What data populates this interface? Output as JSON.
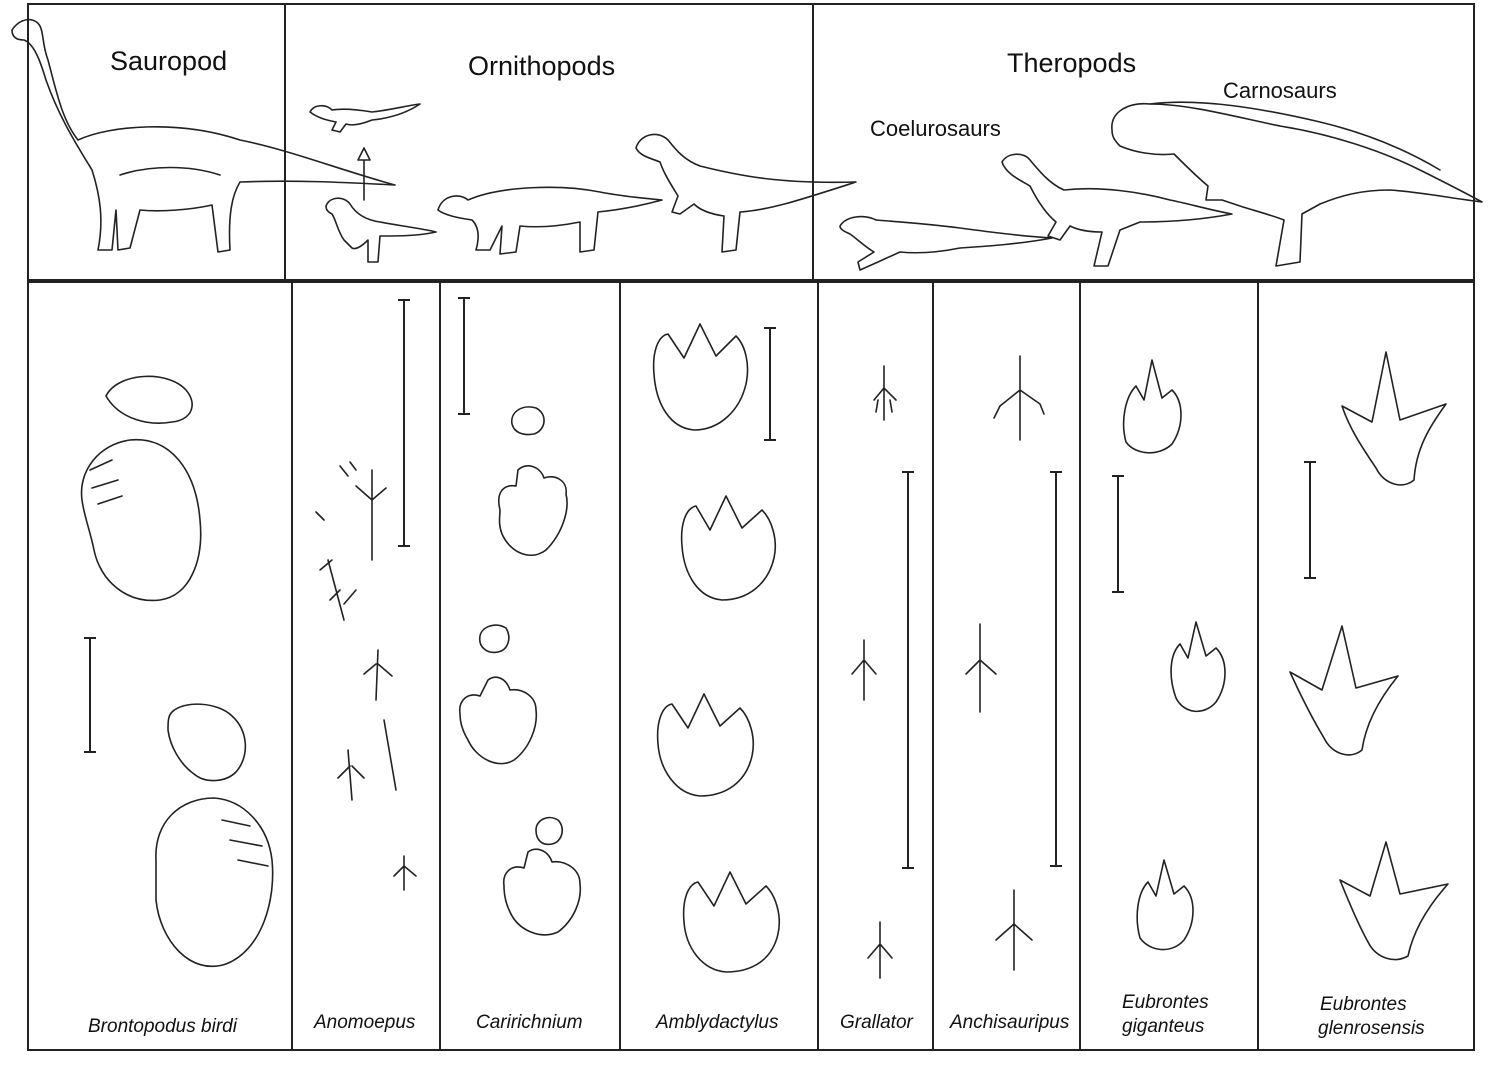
{
  "groups": {
    "sauropod": "Sauropod",
    "ornithopods": "Ornithopods",
    "theropods": "Theropods",
    "coelurosaurs": "Coelurosaurs",
    "carnosaurs": "Carnosaurs"
  },
  "tracks": [
    {
      "name": "Brontopodus  birdi"
    },
    {
      "name": "Anomoepus"
    },
    {
      "name": "Caririchnium"
    },
    {
      "name": "Amblydactylus"
    },
    {
      "name": "Grallator"
    },
    {
      "name": "Anchisauripus"
    },
    {
      "name": "Eubrontes",
      "name2": "giganteus"
    },
    {
      "name": "Eubrontes",
      "name2": "glenrosensis"
    }
  ]
}
